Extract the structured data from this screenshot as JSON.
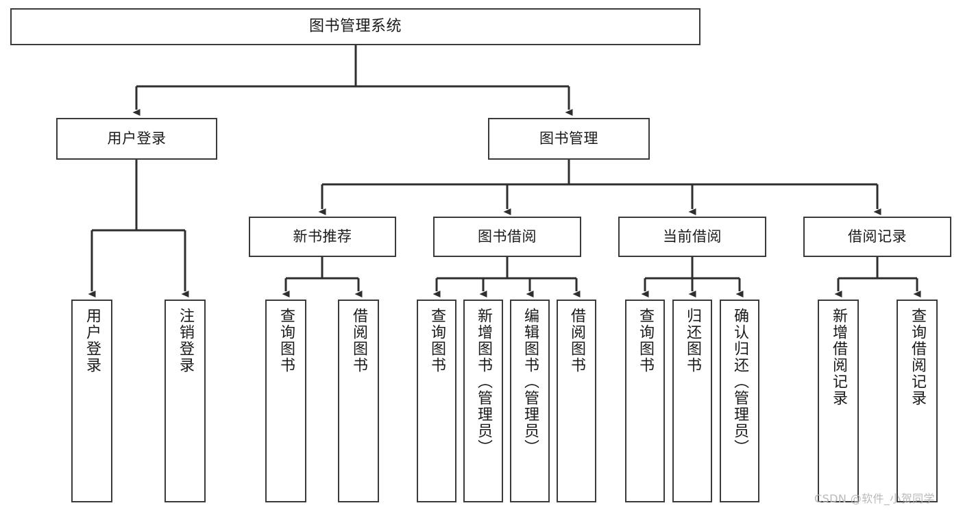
{
  "diagram": {
    "title": "图书管理系统",
    "type": "tree-hierarchy",
    "root": {
      "label": "图书管理系统"
    },
    "level2": [
      {
        "label": "用户登录"
      },
      {
        "label": "图书管理"
      }
    ],
    "level3": [
      {
        "label": "新书推荐"
      },
      {
        "label": "图书借阅"
      },
      {
        "label": "当前借阅"
      },
      {
        "label": "借阅记录"
      }
    ],
    "leaves": {
      "user_login": [
        {
          "label": "用户登录"
        },
        {
          "label": "注销登录"
        }
      ],
      "new_book_recommend": [
        {
          "label": "查询图书"
        },
        {
          "label": "借阅图书"
        }
      ],
      "book_borrow": [
        {
          "label": "查询图书"
        },
        {
          "label": "新增图书（管理员）"
        },
        {
          "label": "编辑图书（管理员）"
        },
        {
          "label": "借阅图书"
        }
      ],
      "current_borrow": [
        {
          "label": "查询图书"
        },
        {
          "label": "归还图书"
        },
        {
          "label": "确认归还（管理员）"
        }
      ],
      "borrow_record": [
        {
          "label": "新增借阅记录"
        },
        {
          "label": "查询借阅记录"
        }
      ]
    }
  },
  "watermark": {
    "text": "CSDN @软件_小贺同学"
  },
  "colors": {
    "box_border": "#3a3a3a",
    "connector": "#2e2e2e",
    "background": "#ffffff",
    "text": "#1a1a1a",
    "watermark": "#b9b9b9"
  }
}
